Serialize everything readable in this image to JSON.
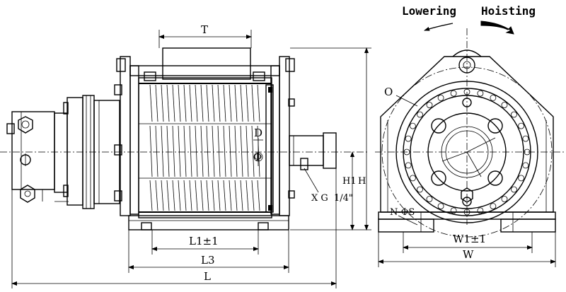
{
  "labels": {
    "lowering": "Lowering",
    "hoisting": "Hoisting",
    "t": "T",
    "o": "O",
    "d": "D",
    "phi": "Φ",
    "x_g": "X G",
    "frac": "1/4\"",
    "h": "H",
    "h1": "H1",
    "n_phi_s": "N-ΦS",
    "l1_tol": "L1±1",
    "l3": "L3",
    "l": "L",
    "w1_tol": "W1±1",
    "w": "W"
  }
}
